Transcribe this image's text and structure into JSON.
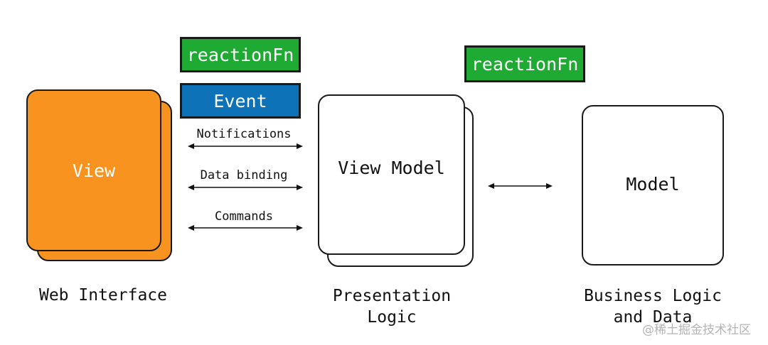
{
  "tags": {
    "reaction_left": "reactionFn",
    "event": "Event",
    "reaction_right": "reactionFn"
  },
  "connectors": {
    "notifications": "Notifications",
    "data_binding": "Data binding",
    "commands": "Commands"
  },
  "nodes": {
    "view": "View",
    "view_model": "View Model",
    "model": "Model"
  },
  "captions": {
    "web_interface": "Web Interface",
    "presentation_logic": "Presentation\nLogic",
    "business_logic": "Business Logic\nand Data"
  },
  "watermark": "@稀土掘金技术社区",
  "colors": {
    "reaction_green": "#1faa33",
    "event_blue": "#0e72b8",
    "view_orange": "#f7931e"
  }
}
